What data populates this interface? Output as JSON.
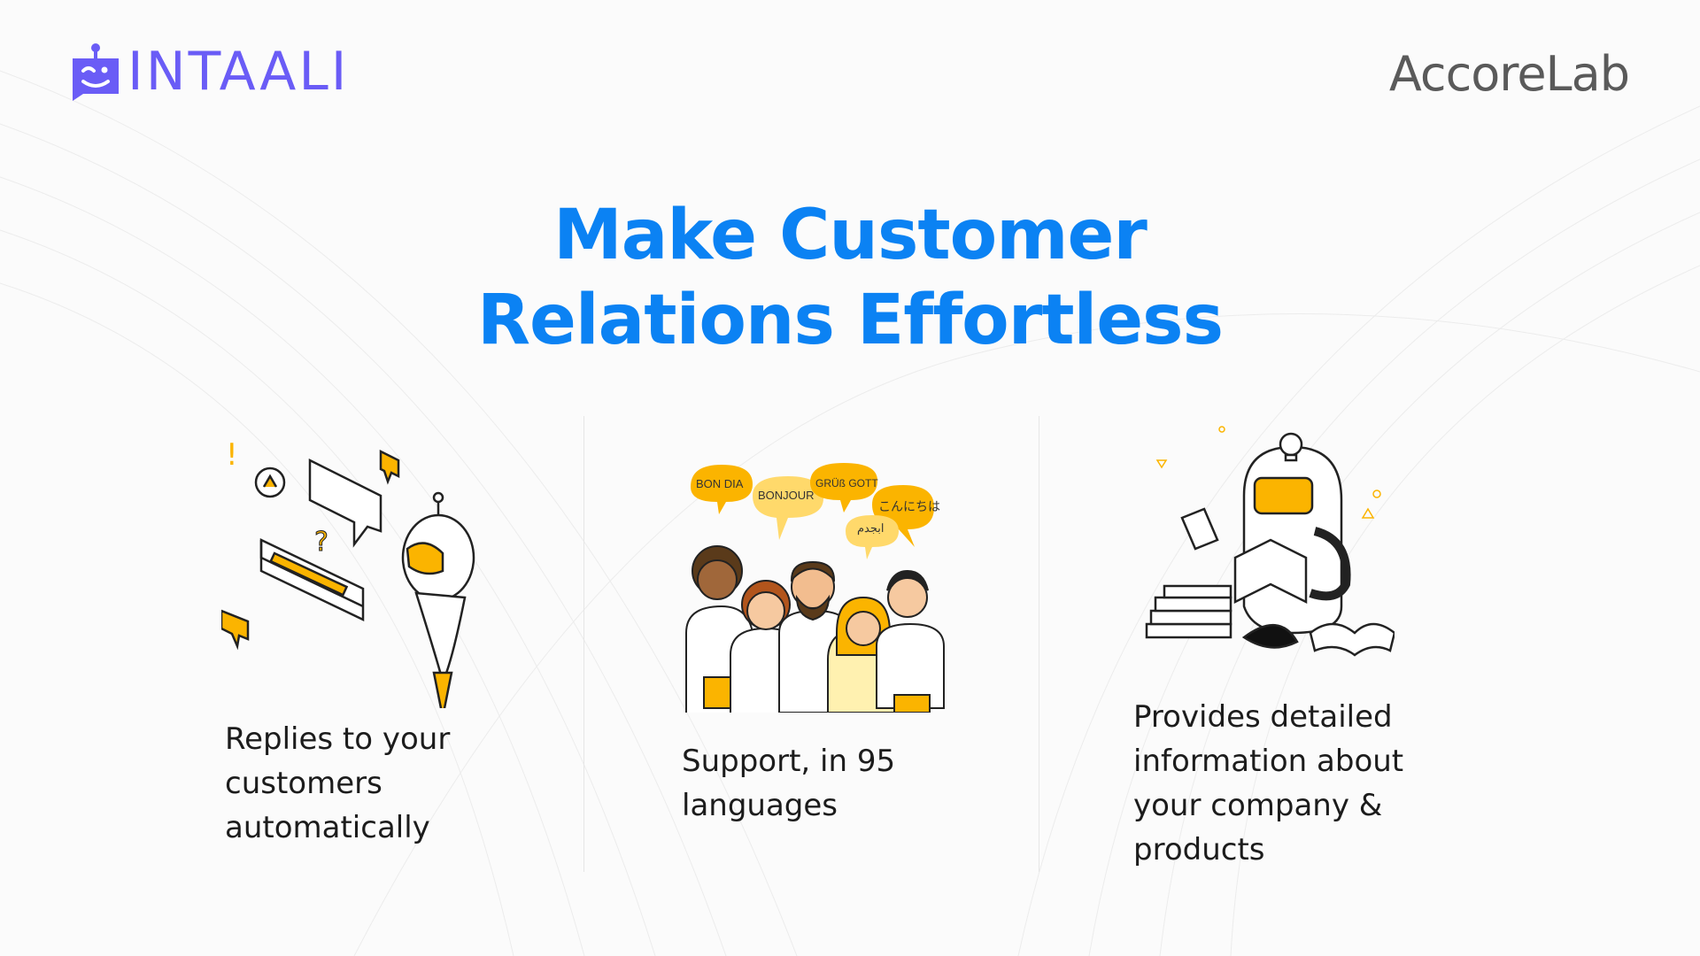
{
  "header": {
    "logo_text": "INTAALI",
    "brand": "AccoreLab"
  },
  "title": {
    "line1": "Make Customer",
    "line2": "Relations Effortless"
  },
  "features": [
    {
      "lines": [
        "Replies to your",
        "customers",
        "automatically"
      ]
    },
    {
      "lines": [
        "Support, in 95",
        "languages"
      ],
      "bubbles": [
        "BON DIA",
        "BONJOUR",
        "GRÜß GOTT",
        "こんにちは",
        "ابجدم"
      ]
    },
    {
      "lines": [
        "Provides detailed",
        "information about",
        "your company &",
        "products"
      ]
    }
  ],
  "colors": {
    "accent": "#0b82f3",
    "logo": "#6a5cf6",
    "yellow": "#fbb400"
  }
}
